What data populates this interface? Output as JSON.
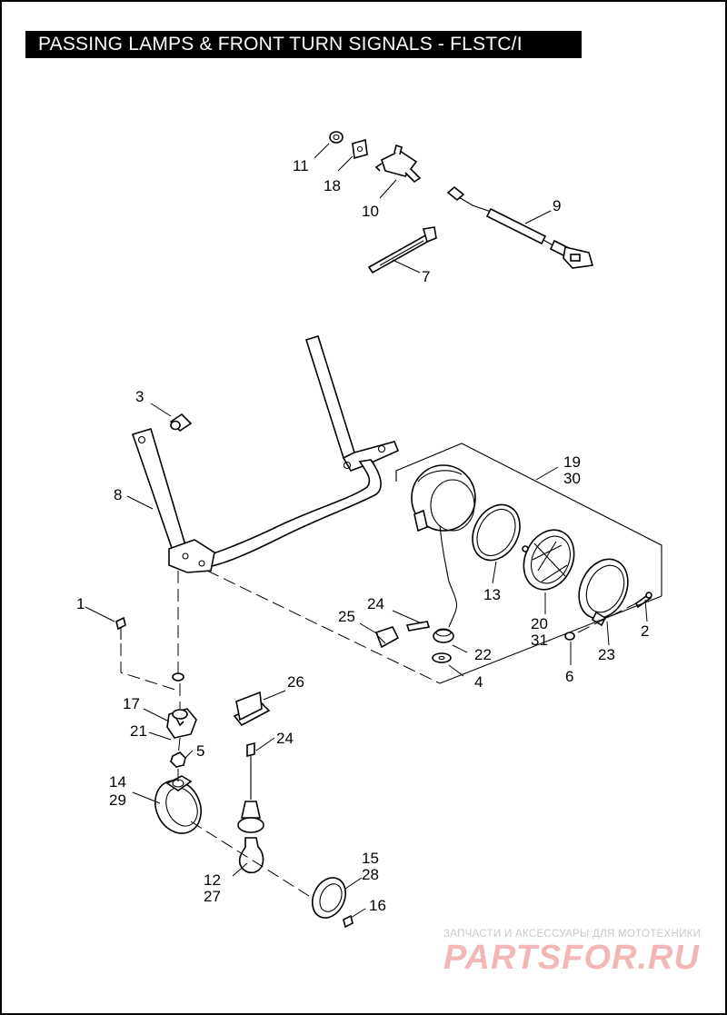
{
  "title": "PASSING LAMPS & FRONT TURN SIGNALS - FLSTC/I",
  "watermark": {
    "caption": "ЗАПЧАСТИ И АКСЕССУАРЫ ДЛЯ МОТОТЕХНИКИ",
    "logo": "PARTSFOR.RU"
  },
  "callouts": {
    "c1": "1",
    "c2": "2",
    "c3": "3",
    "c4": "4",
    "c5": "5",
    "c6": "6",
    "c7": "7",
    "c8": "8",
    "c9": "9",
    "c10": "10",
    "c11": "11",
    "c12_27": [
      "12",
      "27"
    ],
    "c13": "13",
    "c14_29": [
      "14",
      "29"
    ],
    "c15_28": [
      "15",
      "28"
    ],
    "c16": "16",
    "c17": "17",
    "c18": "18",
    "c19_30": [
      "19",
      "30"
    ],
    "c20_31": [
      "20",
      "31"
    ],
    "c21": "21",
    "c22": "22",
    "c23": "23",
    "c24a": "24",
    "c24b": "24",
    "c25": "25",
    "c26": "26"
  }
}
